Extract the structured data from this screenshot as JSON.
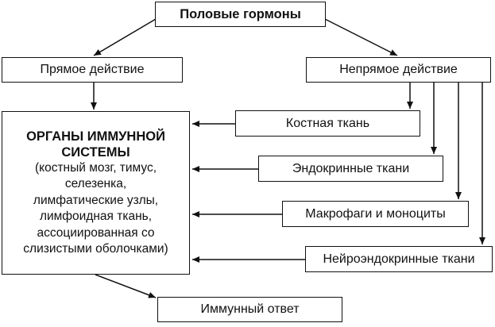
{
  "root": {
    "label": "Половые гормоны"
  },
  "direct": {
    "label": "Прямое действие"
  },
  "indirect": {
    "label": "Непрямое действие"
  },
  "organs": {
    "title_line1": "ОРГАНЫ ИММУННОЙ",
    "title_line2": "СИСТЕМЫ",
    "lines": [
      "(костный мозг, тимус,",
      "селезенка,",
      "лимфатические узлы,",
      "лимфоидная ткань,",
      "ассоциированная со",
      "слизистыми оболочками)"
    ]
  },
  "targets": [
    {
      "label": "Костная ткань"
    },
    {
      "label": "Эндокринные ткани"
    },
    {
      "label": "Макрофаги и моноциты"
    },
    {
      "label": "Нейроэндокринные ткани"
    }
  ],
  "result": {
    "label": "Иммунный ответ"
  }
}
